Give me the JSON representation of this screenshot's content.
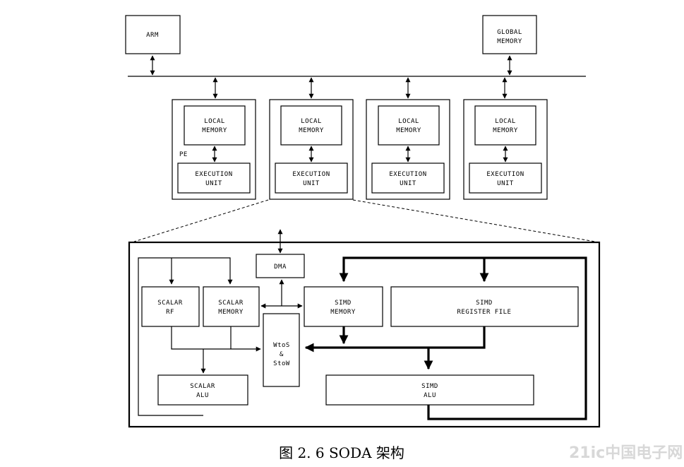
{
  "nodes": {
    "arm": "ARM",
    "global_memory": [
      "GLOBAL",
      "MEMORY"
    ],
    "pe_label": "PE",
    "local_memory": [
      "LOCAL",
      "MEMORY"
    ],
    "execution_unit": [
      "EXECUTION",
      "UNIT"
    ],
    "dma": "DMA",
    "scalar_rf": [
      "SCALAR",
      "RF"
    ],
    "scalar_memory": [
      "SCALAR",
      "MEMORY"
    ],
    "simd_memory": [
      "SIMD",
      "MEMORY"
    ],
    "simd_register_file": [
      "SIMD",
      "REGISTER FILE"
    ],
    "wtos_stow": [
      "WtoS",
      "&",
      "StoW"
    ],
    "scalar_alu": [
      "SCALAR",
      "ALU"
    ],
    "simd_alu": [
      "SIMD",
      "ALU"
    ]
  },
  "caption": "图 2. 6    SODA 架构",
  "watermark": "21ic中国电子网"
}
